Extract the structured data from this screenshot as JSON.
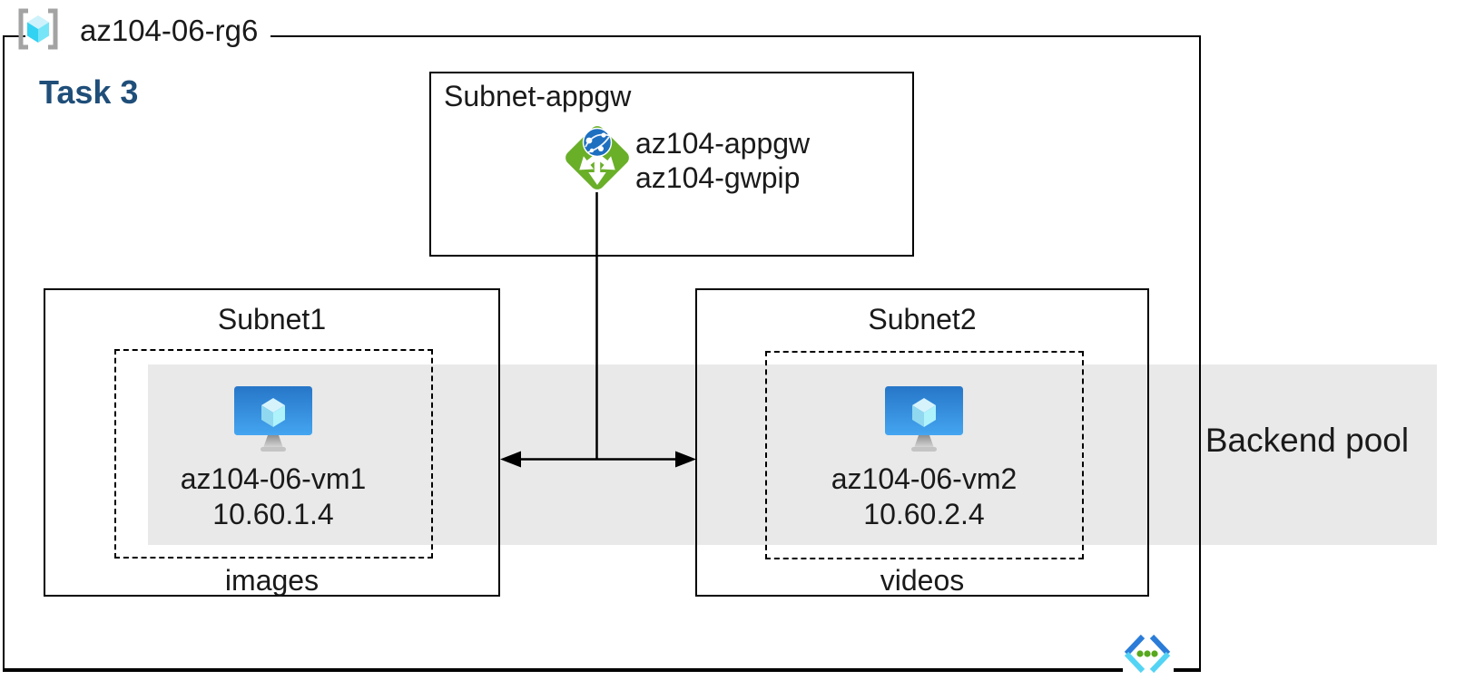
{
  "resource_group": {
    "name": "az104-06-rg6"
  },
  "task_label": "Task 3",
  "appgw_subnet": {
    "title": "Subnet-appgw",
    "gateway_name": "az104-appgw",
    "gateway_pip": "az104-gwpip"
  },
  "subnet1": {
    "title": "Subnet1",
    "vm_name": "az104-06-vm1",
    "vm_ip": "10.60.1.4",
    "container_label": "images"
  },
  "subnet2": {
    "title": "Subnet2",
    "vm_name": "az104-06-vm2",
    "vm_ip": "10.60.2.4",
    "container_label": "videos"
  },
  "backend_pool_label": "Backend pool",
  "icons": {
    "resource_group": "resource-group-icon",
    "application_gateway": "application-gateway-icon",
    "virtual_machine": "virtual-machine-icon",
    "virtual_network": "virtual-network-icon"
  },
  "colors": {
    "task_text": "#1f4e79",
    "backend_band": "#e9e9e9",
    "border": "#000000",
    "appgw_green": "#69af28",
    "globe_blue": "#1d6fc0",
    "vm_blue_top": "#2776c8",
    "vm_blue_bottom": "#44a5f0",
    "cube_cyan": "#32d2f2",
    "bracket_gray": "#a3a3a3",
    "vnet_blue": "#2b7cd8",
    "vnet_cyan": "#54d4f4",
    "vnet_dot_green": "#57a81e"
  }
}
